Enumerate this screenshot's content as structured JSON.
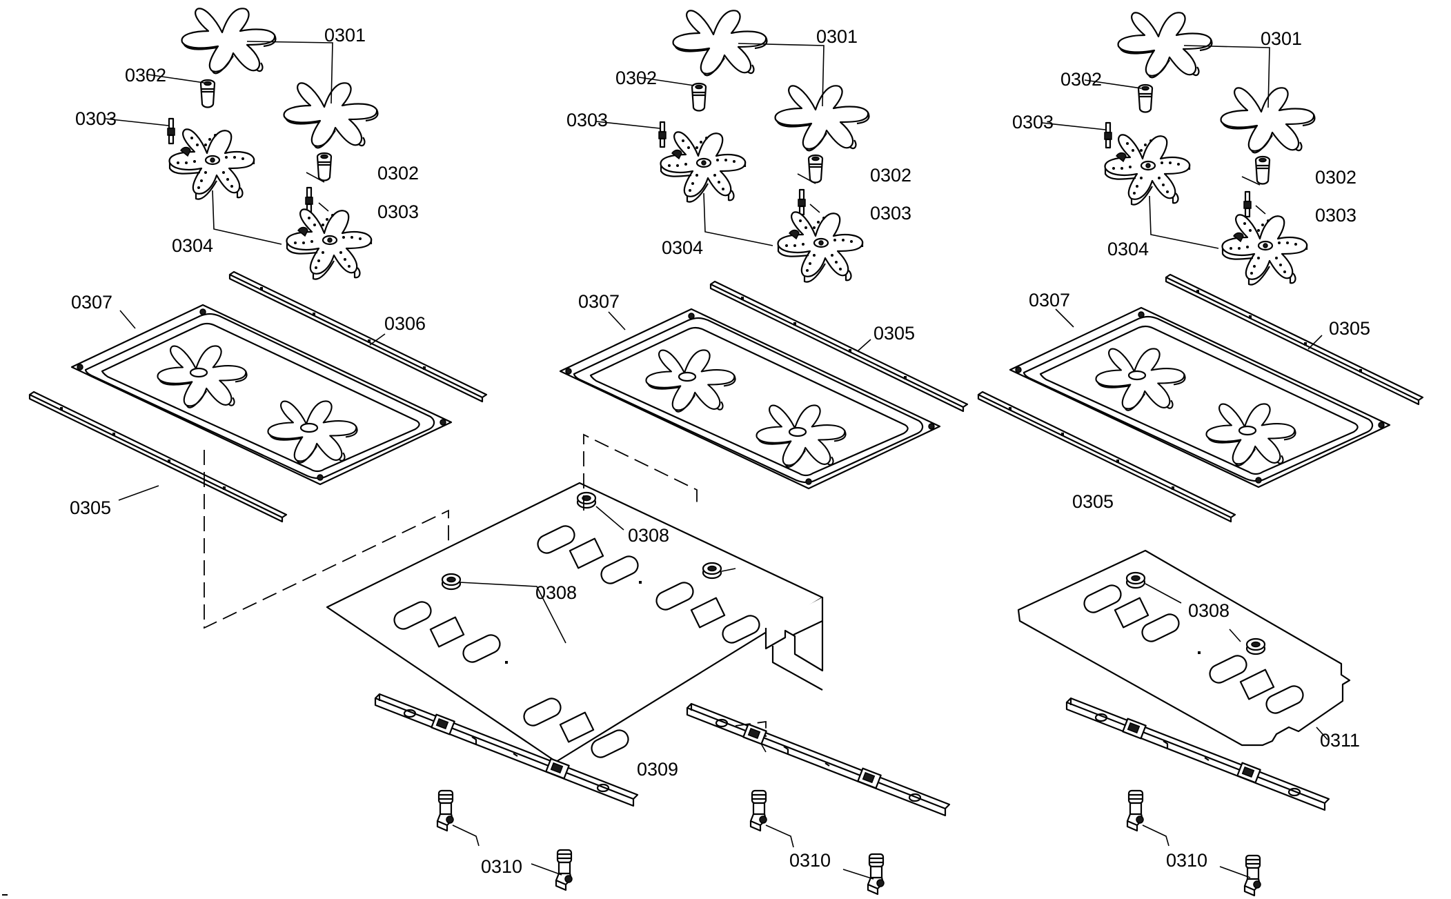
{
  "labels": {
    "p0301": "0301",
    "p0302": "0302",
    "p0303": "0303",
    "p0304": "0304",
    "p0305": "0305",
    "p0306": "0306",
    "p0307": "0307",
    "p0308": "0308",
    "p0309": "0309",
    "p0310": "0310",
    "p0311": "0311"
  },
  "icons": [
    "burner-cap-icon",
    "burner-head-icon",
    "orifice-icon",
    "igniter-icon",
    "burner-tray-icon",
    "trim-strip-icon",
    "grommet-icon",
    "base-plate-icon",
    "manifold-icon",
    "valve-icon"
  ]
}
